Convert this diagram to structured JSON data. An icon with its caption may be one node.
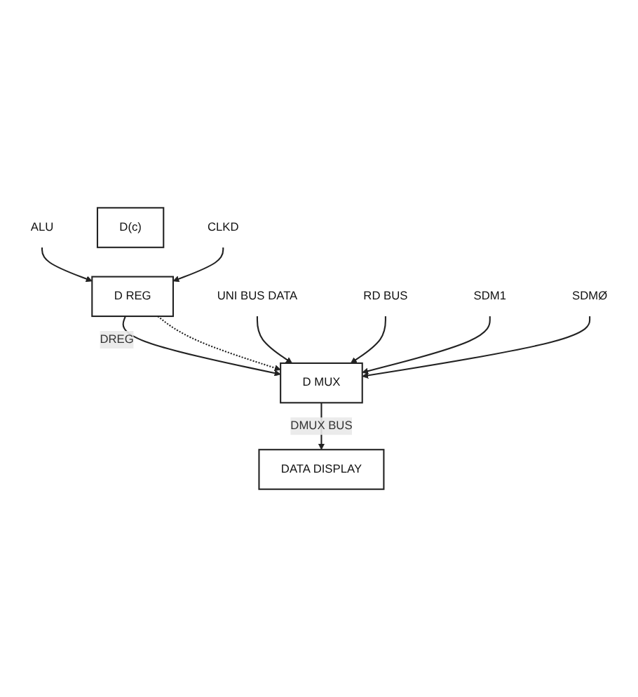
{
  "diagram": {
    "nodes": [
      {
        "text": [
          "ALU"
        ]
      },
      {
        "text": [
          "D(c)"
        ]
      },
      {
        "text": [
          "D REG"
        ]
      },
      {
        "text": [
          "CLKD"
        ]
      },
      {
        "text": [
          "UNI BUS DATA"
        ]
      },
      {
        "text": [
          "RD BUS"
        ]
      },
      {
        "text": [
          "SDM1"
        ]
      },
      {
        "text": [
          "SDMØ"
        ]
      },
      {
        "text": [
          "D MUX"
        ]
      },
      {
        "text": [
          "DATA DISPLAY"
        ]
      }
    ],
    "edges": [
      {
        "from": 0,
        "to": 2,
        "arrow": "to"
      },
      {
        "from": 3,
        "to": 2,
        "arrow": "to"
      },
      {
        "from": 2,
        "to": 8,
        "arrow": "to",
        "label": "DREG"
      },
      {
        "from": 2,
        "to": 8,
        "arrow": "to",
        "style": "dashed"
      },
      {
        "from": 4,
        "to": 8,
        "arrow": "to"
      },
      {
        "from": 5,
        "to": 8,
        "arrow": "to"
      },
      {
        "from": 6,
        "to": 8,
        "arrow": "to"
      },
      {
        "from": 7,
        "to": 8,
        "arrow": "to"
      },
      {
        "from": 8,
        "to": 9,
        "arrow": "to",
        "label": "DMUX BUS"
      }
    ]
  }
}
